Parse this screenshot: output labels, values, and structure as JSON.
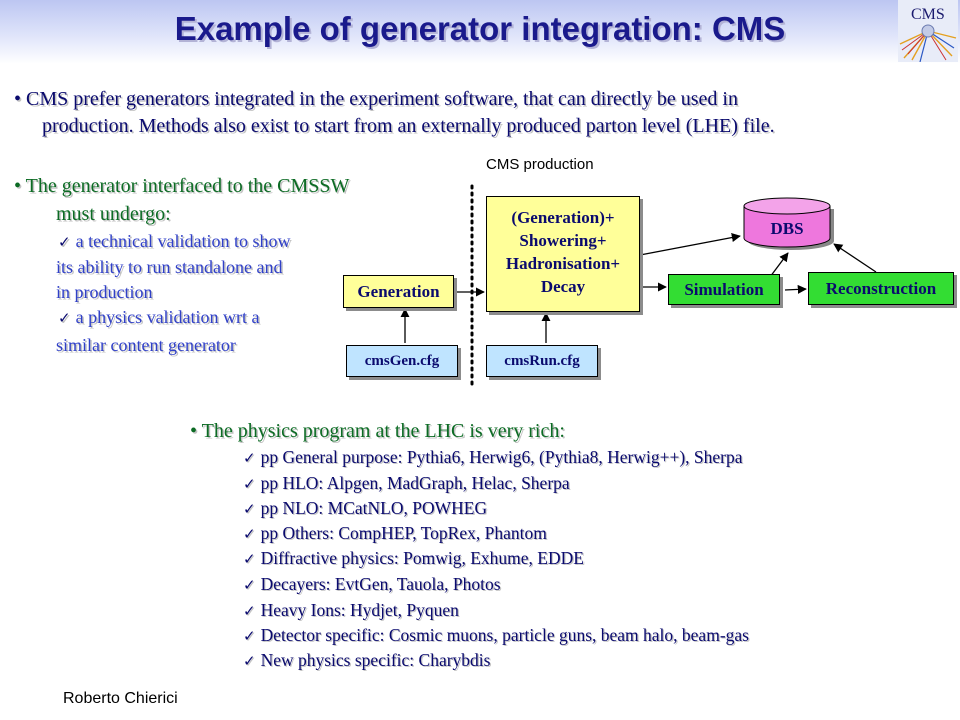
{
  "title": "Example of generator integration: CMS",
  "logo_text": "CMS",
  "intro": {
    "line1": "CMS prefer generators integrated in the experiment software, that can directly be used in",
    "line2": "production. Methods also exist to start from an externally produced parton level (LHE) file."
  },
  "interface": {
    "line1": "The generator interfaced to the CMSSW",
    "line2": "must undergo:",
    "tech1": "a technical validation to show",
    "tech2": "its ability to run standalone and",
    "tech3": "in production",
    "phys1": "a physics validation wrt a",
    "phys2": "similar content generator"
  },
  "diagram": {
    "production_label": "CMS production",
    "generation": "Generation",
    "shower_lines": [
      "(Generation)+",
      "Showering+",
      "Hadronisation+",
      "Decay"
    ],
    "dbs": "DBS",
    "simulation": "Simulation",
    "reconstruction": "Reconstruction",
    "cmsgen": "cmsGen.cfg",
    "cmsrun": "cmsRun.cfg"
  },
  "program": {
    "heading": "The physics program at the LHC is very rich:",
    "items": [
      "pp General purpose: Pythia6, Herwig6, (Pythia8, Herwig++), Sherpa",
      "pp HLO: Alpgen, MadGraph, Helac, Sherpa",
      "pp NLO: MCatNLO, POWHEG",
      "pp Others: CompHEP, TopRex, Phantom",
      "Diffractive physics: Pomwig, Exhume, EDDE",
      "Decayers: EvtGen, Tauola, Photos",
      "Heavy Ions: Hydjet, Pyquen",
      "Detector specific: Cosmic muons, particle guns, beam halo, beam-gas",
      "New physics specific: Charybdis"
    ]
  },
  "footer": "Roberto Chierici",
  "colors": {
    "title": "#1a1a8c",
    "navy_text": "#0a0a6e",
    "green_text": "#0c6b24",
    "blue_text": "#3040c8",
    "yellow_box": "#ffff99",
    "green_box": "#33dd33",
    "dbs_box": "#ee77dd"
  }
}
